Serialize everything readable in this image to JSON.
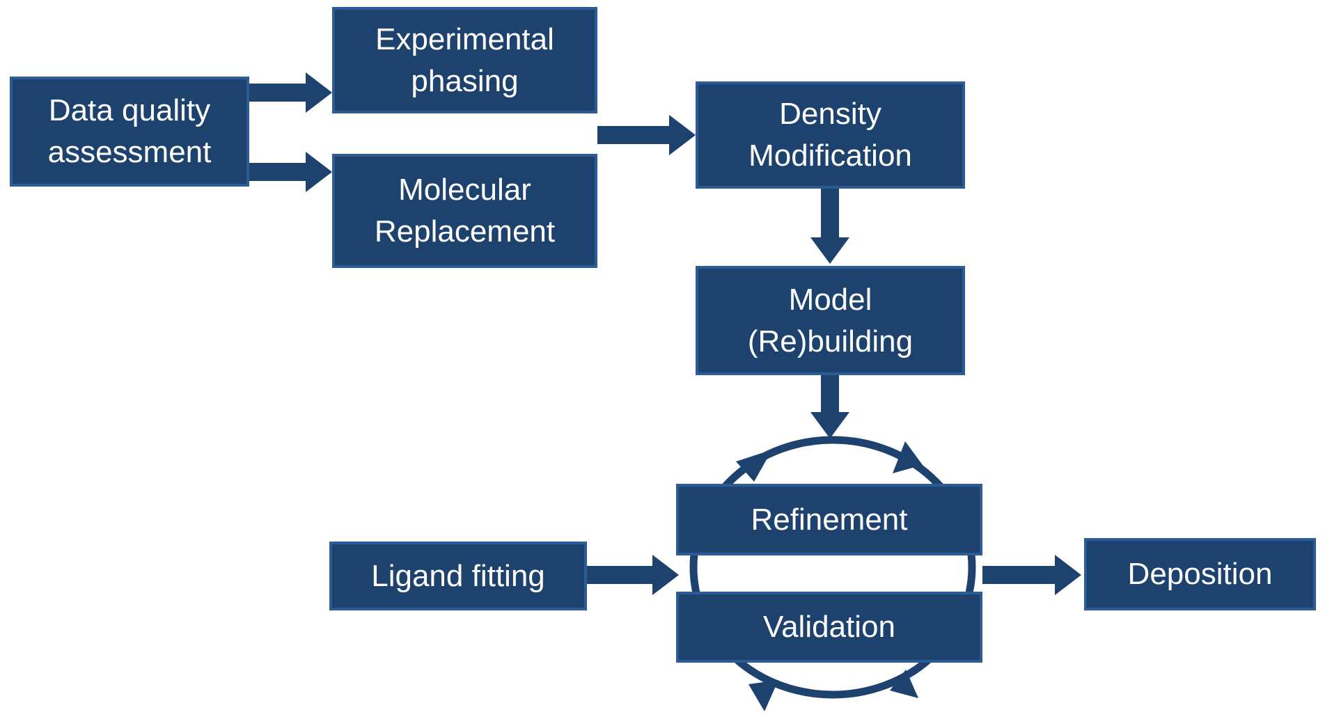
{
  "diagram": {
    "background": "#FFFFFF",
    "colors": {
      "box_fill": "#1E426E",
      "box_border": "#2C5C96",
      "arrow": "#1E426E",
      "text": "#FFFFFF"
    },
    "boxes": {
      "data_quality": {
        "label": "Data quality\nassessment"
      },
      "experimental_phasing": {
        "label": "Experimental\nphasing"
      },
      "molecular_replacement": {
        "label": "Molecular\nReplacement"
      },
      "density_modification": {
        "label": "Density\nModification"
      },
      "model_rebuilding": {
        "label": "Model\n(Re)building"
      },
      "refinement": {
        "label": "Refinement"
      },
      "validation": {
        "label": "Validation"
      },
      "ligand_fitting": {
        "label": "Ligand fitting"
      },
      "deposition": {
        "label": "Deposition"
      }
    },
    "edges": [
      {
        "from": "Data quality assessment",
        "to": "Experimental phasing"
      },
      {
        "from": "Data quality assessment",
        "to": "Molecular Replacement"
      },
      {
        "from": [
          "Experimental phasing",
          "Molecular Replacement"
        ],
        "to": "Density Modification"
      },
      {
        "from": "Density Modification",
        "to": "Model (Re)building"
      },
      {
        "from": "Model (Re)building",
        "to": "Refinement/Validation cycle"
      },
      {
        "from": "Ligand fitting",
        "to": "Refinement/Validation cycle"
      },
      {
        "from": "Refinement/Validation cycle",
        "to": "Deposition"
      }
    ],
    "cycle": {
      "type": "circular-loop",
      "direction": "clockwise",
      "nodes": [
        "Refinement",
        "Validation"
      ]
    }
  }
}
